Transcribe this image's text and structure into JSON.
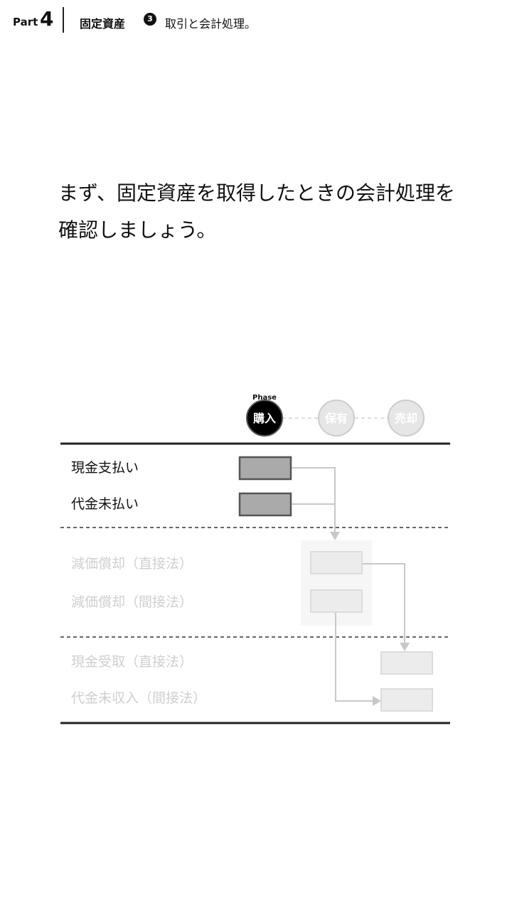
{
  "header": {
    "part_label": "Part",
    "part_number": "4",
    "chapter": "固定資産",
    "section_number": "3",
    "section_title": "取引と会計処理。"
  },
  "lead_text": "まず、固定資産を取得したときの会計処理を確認しましょう。",
  "diagram": {
    "phase_label": "Phase",
    "phases": [
      {
        "label": "購入",
        "active": true
      },
      {
        "label": "保有",
        "active": false
      },
      {
        "label": "売却",
        "active": false
      }
    ],
    "rows": [
      {
        "label": "現金支払い",
        "active": true
      },
      {
        "label": "代金未払い",
        "active": true
      },
      {
        "label": "減価償却（直接法）",
        "active": false
      },
      {
        "label": "減価償却（間接法）",
        "active": false
      },
      {
        "label": "現金受取（直接法）",
        "active": false
      },
      {
        "label": "代金未収入（間接法）",
        "active": false
      }
    ],
    "colors": {
      "active_text": "#111111",
      "inactive_text": "#cfcfcf",
      "active_box_fill": "#aaaaaa",
      "active_box_stroke": "#555555",
      "inactive_box_fill": "#ececec",
      "inactive_box_stroke": "#dcdcdc",
      "active_circle": "#000000",
      "inactive_circle": "#dddddd",
      "connector": "#c8c8c8"
    }
  }
}
